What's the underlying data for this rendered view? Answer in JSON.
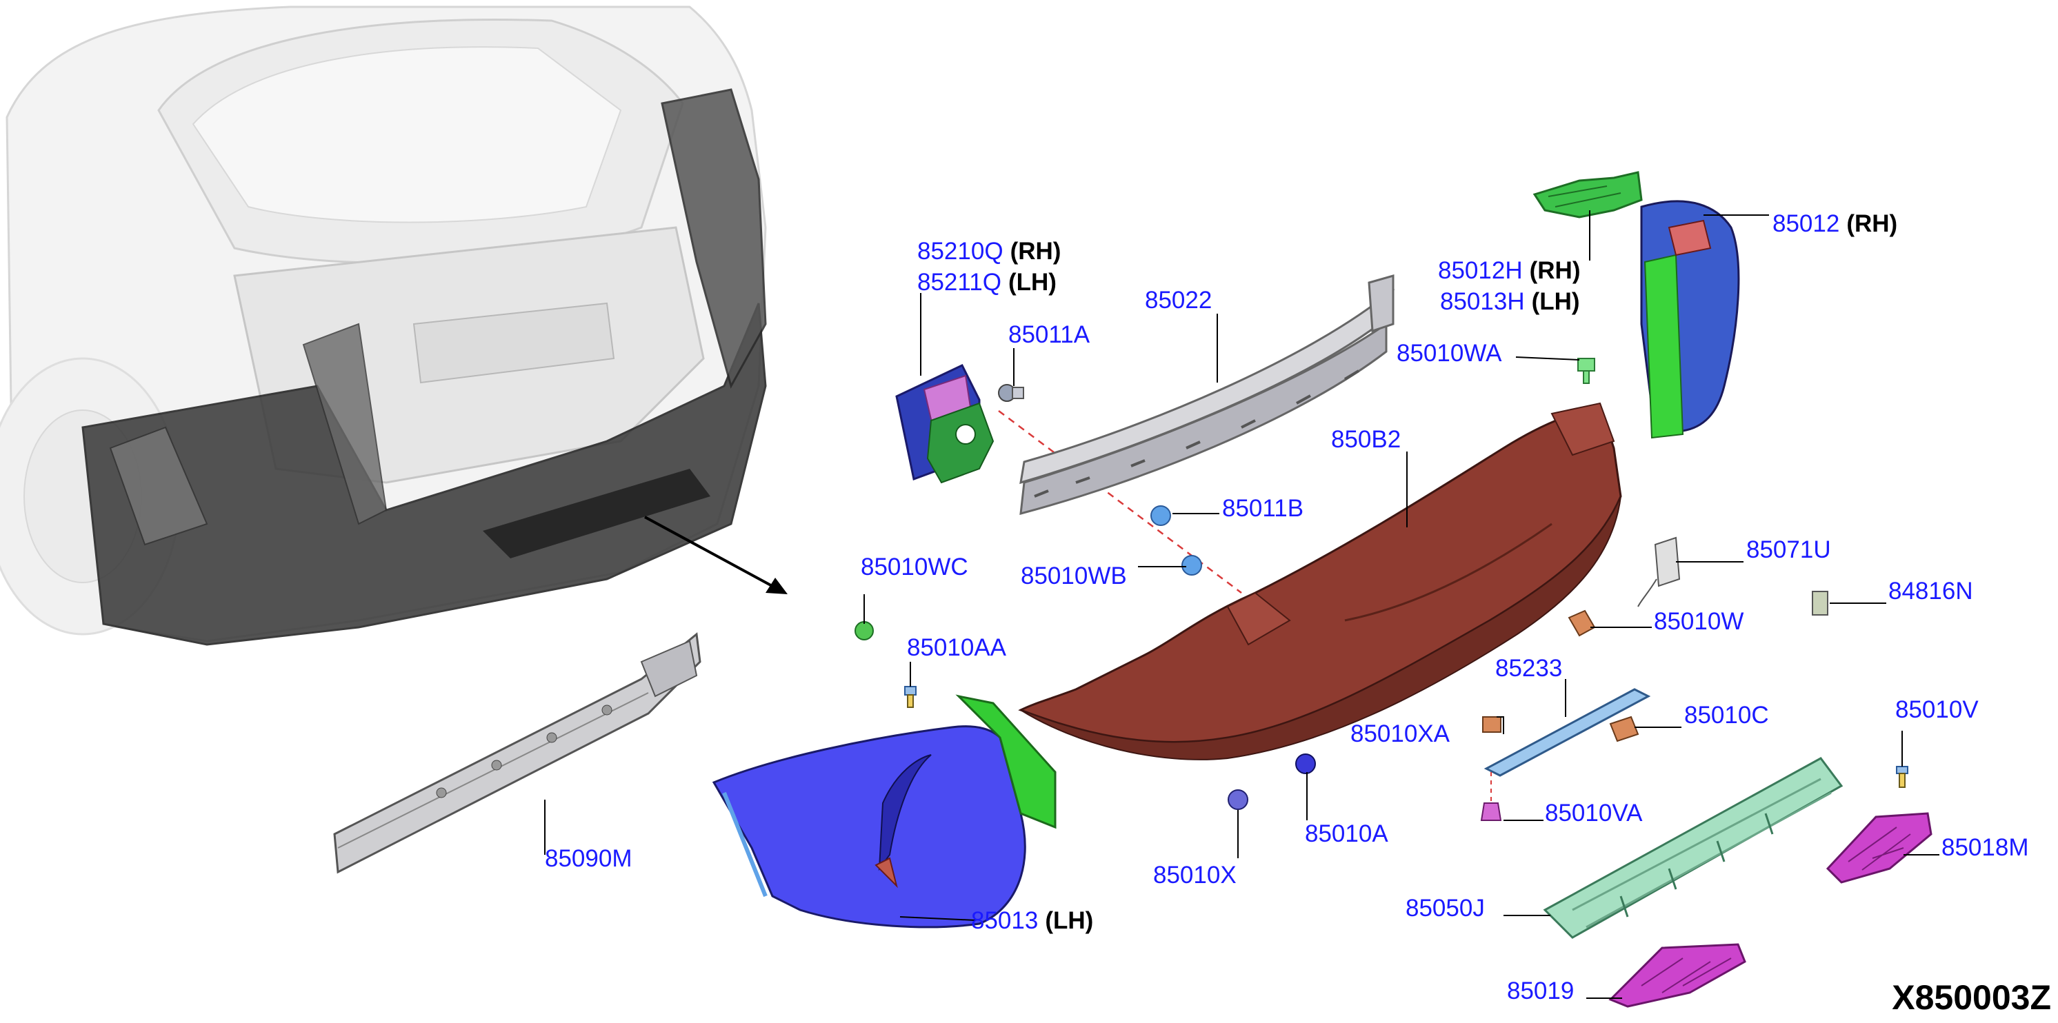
{
  "diagram_code": "X850003Z",
  "colors": {
    "label_text": "#1a1aff",
    "side_text": "#000000",
    "fascia": "#8e3b30",
    "side_cover": "#4b4bf2",
    "green_parts": "#31c531",
    "magenta_parts": "#cc44cc",
    "reinforcement": "#b5b5bd",
    "lower_frame": "#9dd6b8"
  },
  "labels": [
    {
      "id": "85210Q",
      "part": "85210Q",
      "side": "(RH)"
    },
    {
      "id": "85211Q",
      "part": "85211Q",
      "side": "(LH)"
    },
    {
      "id": "85011A",
      "part": "85011A",
      "side": ""
    },
    {
      "id": "85022",
      "part": "85022",
      "side": ""
    },
    {
      "id": "85012H",
      "part": "85012H",
      "side": "(RH)"
    },
    {
      "id": "85013H",
      "part": "85013H",
      "side": "(LH)"
    },
    {
      "id": "85012",
      "part": "85012",
      "side": "(RH)"
    },
    {
      "id": "85010WA",
      "part": "85010WA",
      "side": ""
    },
    {
      "id": "850B2",
      "part": "850B2",
      "side": ""
    },
    {
      "id": "85011B",
      "part": "85011B",
      "side": ""
    },
    {
      "id": "85010WB",
      "part": "85010WB",
      "side": ""
    },
    {
      "id": "85010WC",
      "part": "85010WC",
      "side": ""
    },
    {
      "id": "85010AA",
      "part": "85010AA",
      "side": ""
    },
    {
      "id": "85071U",
      "part": "85071U",
      "side": ""
    },
    {
      "id": "84816N",
      "part": "84816N",
      "side": ""
    },
    {
      "id": "85010W",
      "part": "85010W",
      "side": ""
    },
    {
      "id": "85233",
      "part": "85233",
      "side": ""
    },
    {
      "id": "85010XA",
      "part": "85010XA",
      "side": ""
    },
    {
      "id": "85010C",
      "part": "85010C",
      "side": ""
    },
    {
      "id": "85010V",
      "part": "85010V",
      "side": ""
    },
    {
      "id": "85010VA",
      "part": "85010VA",
      "side": ""
    },
    {
      "id": "85018M",
      "part": "85018M",
      "side": ""
    },
    {
      "id": "85090M",
      "part": "85090M",
      "side": ""
    },
    {
      "id": "85010A",
      "part": "85010A",
      "side": ""
    },
    {
      "id": "85010X",
      "part": "85010X",
      "side": ""
    },
    {
      "id": "85013",
      "part": "85013",
      "side": "(LH)"
    },
    {
      "id": "85050J",
      "part": "85050J",
      "side": ""
    },
    {
      "id": "85019",
      "part": "85019",
      "side": ""
    }
  ]
}
